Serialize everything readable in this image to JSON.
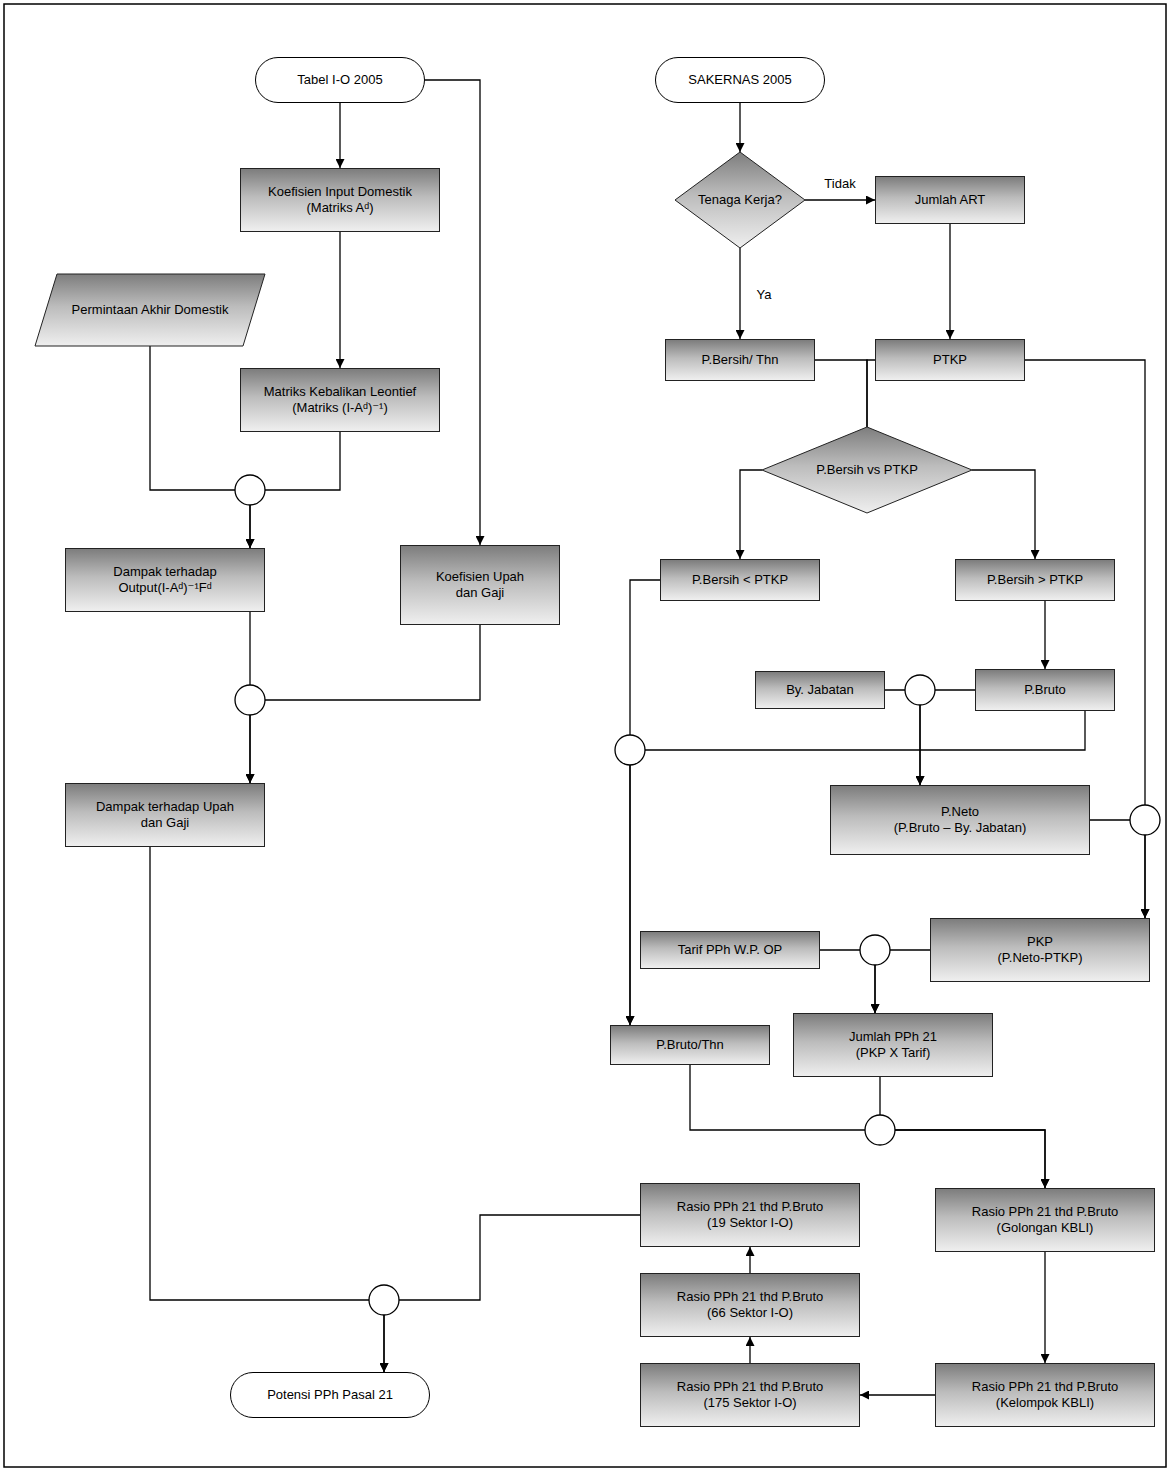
{
  "diagram": {
    "nodes": [
      {
        "text": [
          "Tabel I-O 2005"
        ]
      },
      {
        "text": [
          "SAKERNAS 2005"
        ]
      },
      {
        "text": [
          "Koefisien Input Domestik",
          "(Matriks Aᵈ)"
        ]
      },
      {
        "text": [
          "Tenaga Kerja?"
        ]
      },
      {
        "text": [
          "Jumlah ART"
        ]
      },
      {
        "text": [
          "Permintaan Akhir Domestik"
        ]
      },
      {
        "text": [
          "P.Bersih/ Thn"
        ]
      },
      {
        "text": [
          "PTKP"
        ]
      },
      {
        "text": [
          "Matriks Kebalikan Leontief",
          "(Matriks (I-Aᵈ)⁻¹)"
        ]
      },
      {
        "text": [
          "P.Bersih vs PTKP"
        ]
      },
      {
        "text": [
          "P.Bersih < PTKP"
        ]
      },
      {
        "text": [
          "P.Bersih > PTKP"
        ]
      },
      {
        "text": [
          "Dampak terhadap",
          "Output(I-Aᵈ)⁻¹Fᵈ"
        ]
      },
      {
        "text": [
          "Koefisien Upah",
          "dan Gaji"
        ]
      },
      {
        "text": [
          "By. Jabatan"
        ]
      },
      {
        "text": [
          "P.Bruto"
        ]
      },
      {
        "text": [
          "P.Neto",
          "(P.Bruto – By. Jabatan)"
        ]
      },
      {
        "text": [
          "Dampak terhadap Upah",
          "dan Gaji"
        ]
      },
      {
        "text": [
          "Tarif PPh W.P. OP"
        ]
      },
      {
        "text": [
          "PKP",
          "(P.Neto-PTKP)"
        ]
      },
      {
        "text": [
          "P.Bruto/Thn"
        ]
      },
      {
        "text": [
          "Jumlah PPh 21",
          "(PKP X Tarif)"
        ]
      },
      {
        "text": [
          "Rasio PPh 21 thd P.Bruto",
          "(19 Sektor I-O)"
        ]
      },
      {
        "text": [
          "Rasio PPh 21 thd P.Bruto",
          "(Golongan KBLI)"
        ]
      },
      {
        "text": [
          "Rasio PPh 21 thd P.Bruto",
          "(66 Sektor I-O)"
        ]
      },
      {
        "text": [
          "Potensi PPh Pasal 21"
        ]
      },
      {
        "text": [
          "Rasio PPh 21 thd P.Bruto",
          "(175 Sektor I-O)"
        ]
      },
      {
        "text": [
          "Rasio PPh 21 thd P.Bruto",
          "(Kelompok KBLI)"
        ]
      }
    ],
    "edges": [
      {
        "from": 0,
        "to": 2,
        "arrow": "to"
      },
      {
        "from": 2,
        "to": 8,
        "arrow": "to"
      },
      {
        "from": 0,
        "to": 13,
        "arrow": "to"
      },
      {
        "from": 5,
        "to": 12,
        "arrow": "to"
      },
      {
        "from": 8,
        "to": 12,
        "arrow": "to"
      },
      {
        "from": 12,
        "to": 17,
        "arrow": "to"
      },
      {
        "from": 13,
        "to": 17,
        "arrow": "to"
      },
      {
        "from": 17,
        "to": 25,
        "arrow": "to"
      },
      {
        "from": 22,
        "to": 25,
        "arrow": "to"
      },
      {
        "from": 1,
        "to": 3,
        "arrow": "to"
      },
      {
        "from": 3,
        "to": 4,
        "label": "Tidak",
        "arrow": "to"
      },
      {
        "from": 3,
        "to": 6,
        "label": "Ya",
        "arrow": "to"
      },
      {
        "from": 4,
        "to": 7,
        "arrow": "to"
      },
      {
        "from": 6,
        "to": 9,
        "arrow": "none"
      },
      {
        "from": 7,
        "to": 9,
        "arrow": "none"
      },
      {
        "from": 9,
        "to": 10,
        "arrow": "to"
      },
      {
        "from": 9,
        "to": 11,
        "arrow": "to"
      },
      {
        "from": 11,
        "to": 15,
        "arrow": "to"
      },
      {
        "from": 14,
        "to": 16,
        "arrow": "to"
      },
      {
        "from": 15,
        "to": 16,
        "arrow": "to"
      },
      {
        "from": 10,
        "to": 20,
        "arrow": "to"
      },
      {
        "from": 15,
        "to": 20,
        "arrow": "to"
      },
      {
        "from": 7,
        "to": 19,
        "arrow": "to"
      },
      {
        "from": 16,
        "to": 19,
        "arrow": "to"
      },
      {
        "from": 18,
        "to": 21,
        "arrow": "to"
      },
      {
        "from": 19,
        "to": 21,
        "arrow": "to"
      },
      {
        "from": 20,
        "to": 23,
        "arrow": "to"
      },
      {
        "from": 21,
        "to": 23,
        "arrow": "to"
      },
      {
        "from": 23,
        "to": 27,
        "arrow": "to"
      },
      {
        "from": 27,
        "to": 26,
        "arrow": "to"
      },
      {
        "from": 26,
        "to": 24,
        "arrow": "to"
      },
      {
        "from": 24,
        "to": 22,
        "arrow": "to"
      }
    ]
  }
}
